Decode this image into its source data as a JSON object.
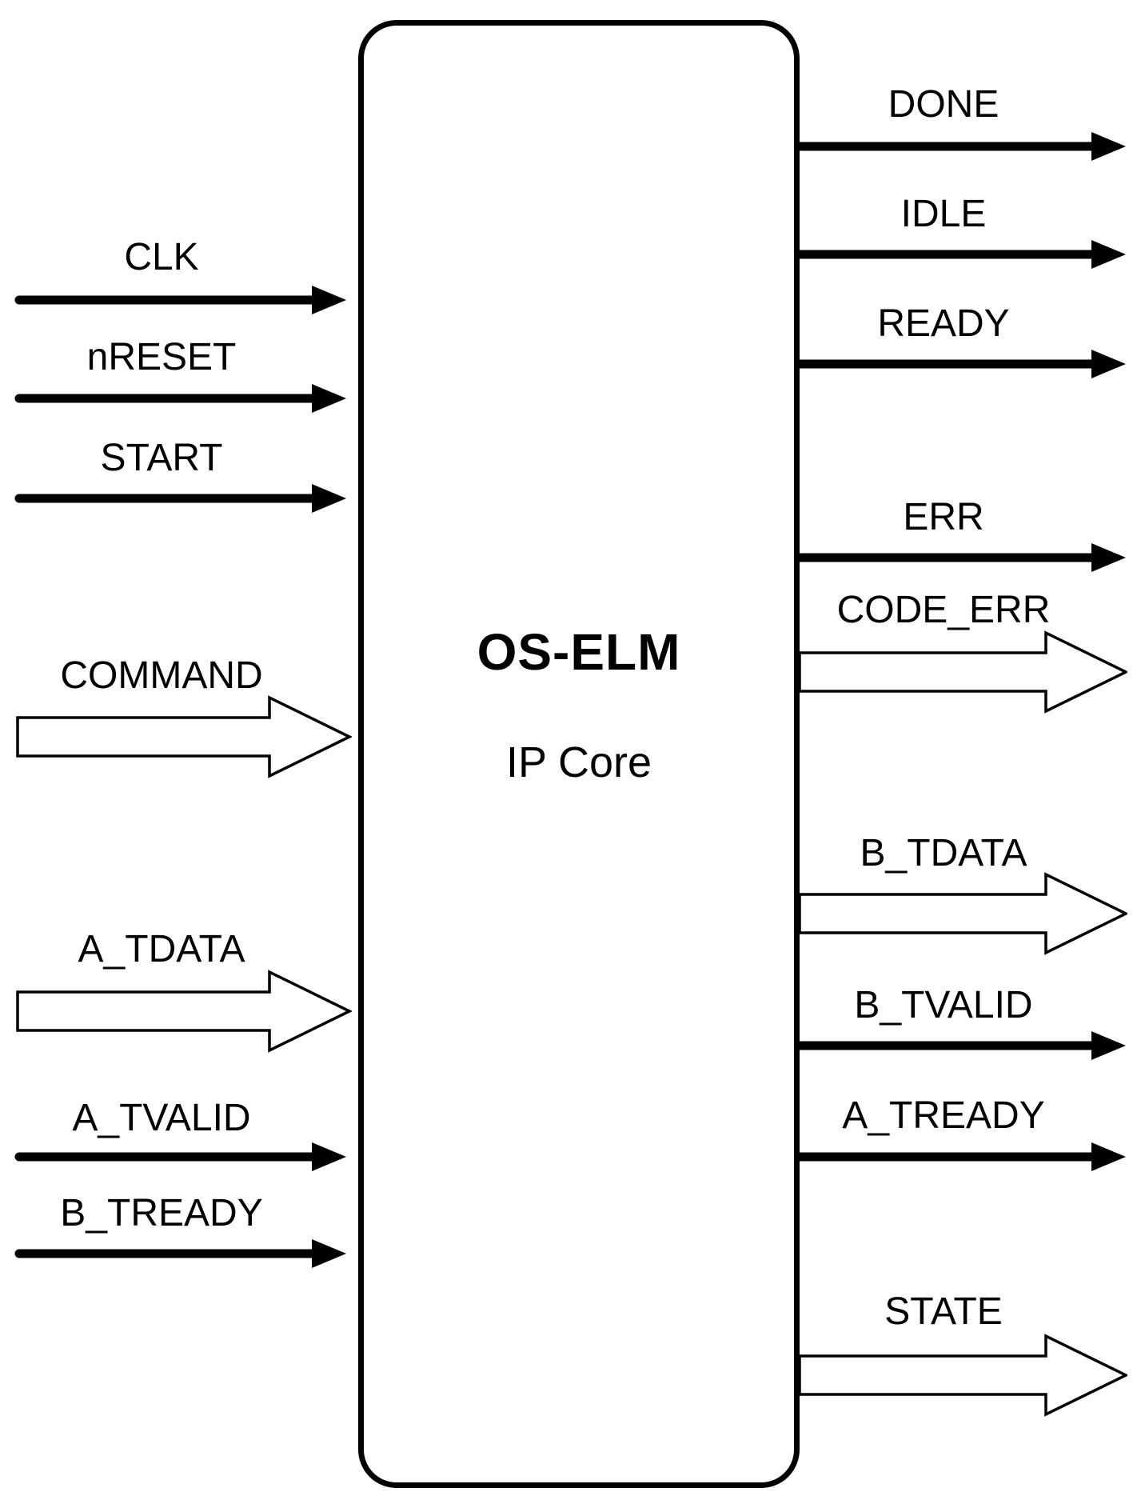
{
  "diagram": {
    "block": {
      "title": "OS-ELM",
      "subtitle": "IP Core"
    },
    "signals": {
      "left": [
        {
          "label": "CLK",
          "type": "single",
          "direction": "input"
        },
        {
          "label": "nRESET",
          "type": "single",
          "direction": "input"
        },
        {
          "label": "START",
          "type": "single",
          "direction": "input"
        },
        {
          "label": "COMMAND",
          "type": "bus",
          "direction": "input"
        },
        {
          "label": "A_TDATA",
          "type": "bus",
          "direction": "input"
        },
        {
          "label": "A_TVALID",
          "type": "single",
          "direction": "input"
        },
        {
          "label": "B_TREADY",
          "type": "single",
          "direction": "input"
        }
      ],
      "right": [
        {
          "label": "DONE",
          "type": "single",
          "direction": "output"
        },
        {
          "label": "IDLE",
          "type": "single",
          "direction": "output"
        },
        {
          "label": "READY",
          "type": "single",
          "direction": "output"
        },
        {
          "label": "ERR",
          "type": "single",
          "direction": "output"
        },
        {
          "label": "CODE_ERR",
          "type": "bus",
          "direction": "output"
        },
        {
          "label": "B_TDATA",
          "type": "bus",
          "direction": "output"
        },
        {
          "label": "B_TVALID",
          "type": "single",
          "direction": "output"
        },
        {
          "label": "A_TREADY",
          "type": "single",
          "direction": "output"
        },
        {
          "label": "STATE",
          "type": "bus",
          "direction": "output"
        }
      ]
    },
    "colors": {
      "line": "#000000",
      "background": "#ffffff",
      "bus_fill": "#ffffff"
    }
  }
}
